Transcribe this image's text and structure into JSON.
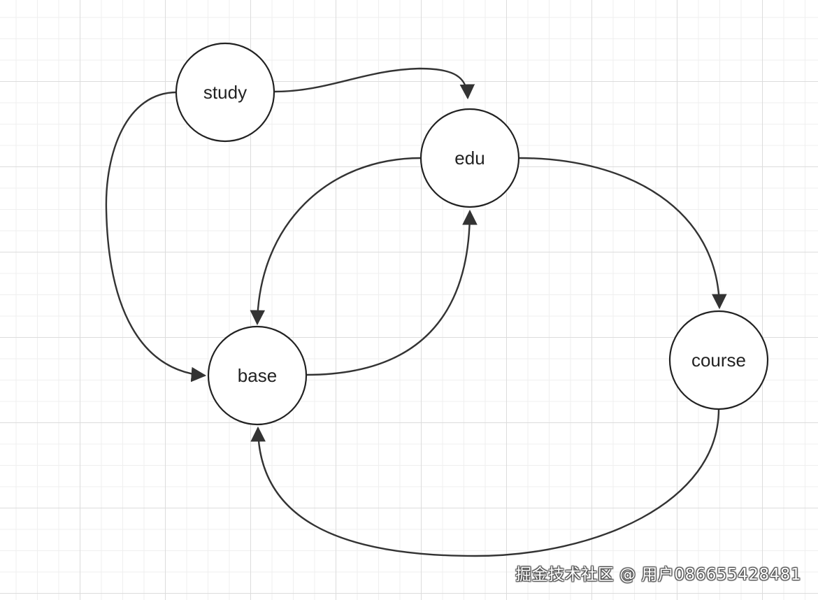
{
  "nodes": [
    {
      "id": "study",
      "label": "study"
    },
    {
      "id": "edu",
      "label": "edu"
    },
    {
      "id": "base",
      "label": "base"
    },
    {
      "id": "course",
      "label": "course"
    }
  ],
  "edges": [
    {
      "from": "study",
      "to": "edu"
    },
    {
      "from": "study",
      "to": "base"
    },
    {
      "from": "edu",
      "to": "base"
    },
    {
      "from": "base",
      "to": "edu"
    },
    {
      "from": "edu",
      "to": "course"
    },
    {
      "from": "course",
      "to": "base"
    }
  ],
  "watermark": "掘金技术社区 @ 用户086655428481",
  "colors": {
    "stroke": "#222222",
    "grid": "#dcdcdc"
  }
}
